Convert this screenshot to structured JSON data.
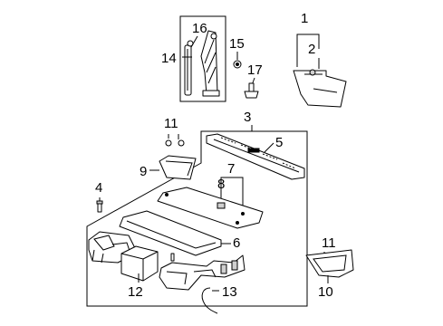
{
  "callouts": {
    "c1": "1",
    "c2": "2",
    "c3": "3",
    "c4": "4",
    "c5": "5",
    "c6": "6",
    "c7": "7",
    "c8": "8",
    "c9": "9",
    "c10": "10",
    "c11a": "11",
    "c11b": "11",
    "c12": "12",
    "c13": "13",
    "c14": "14",
    "c15": "15",
    "c16": "16",
    "c17": "17"
  }
}
